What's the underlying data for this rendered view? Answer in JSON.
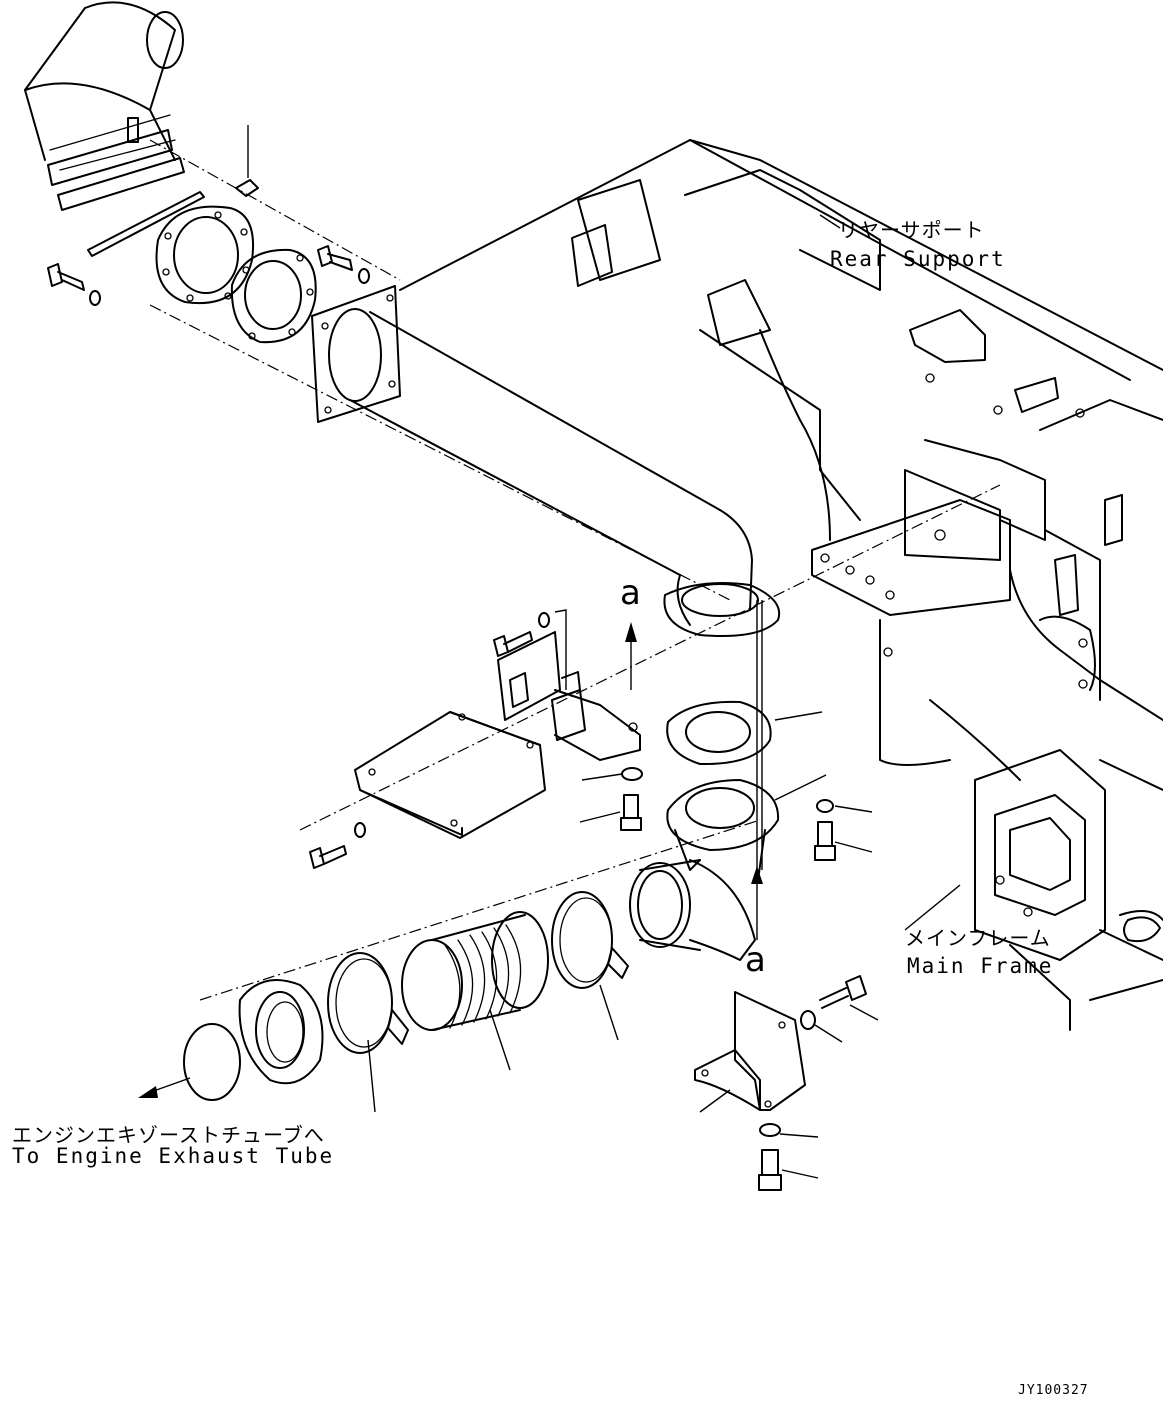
{
  "labels": {
    "rear_support_jp": "リヤーサポート",
    "rear_support_en": "Rear Support",
    "main_frame_jp": "メインフレーム",
    "main_frame_en": "Main Frame",
    "engine_tube_jp": "エンジンエキゾーストチューブへ",
    "engine_tube_en": "To Engine Exhaust Tube",
    "section_mark_top": "a",
    "section_mark_bottom": "a",
    "drawing_code": "JY100327"
  }
}
